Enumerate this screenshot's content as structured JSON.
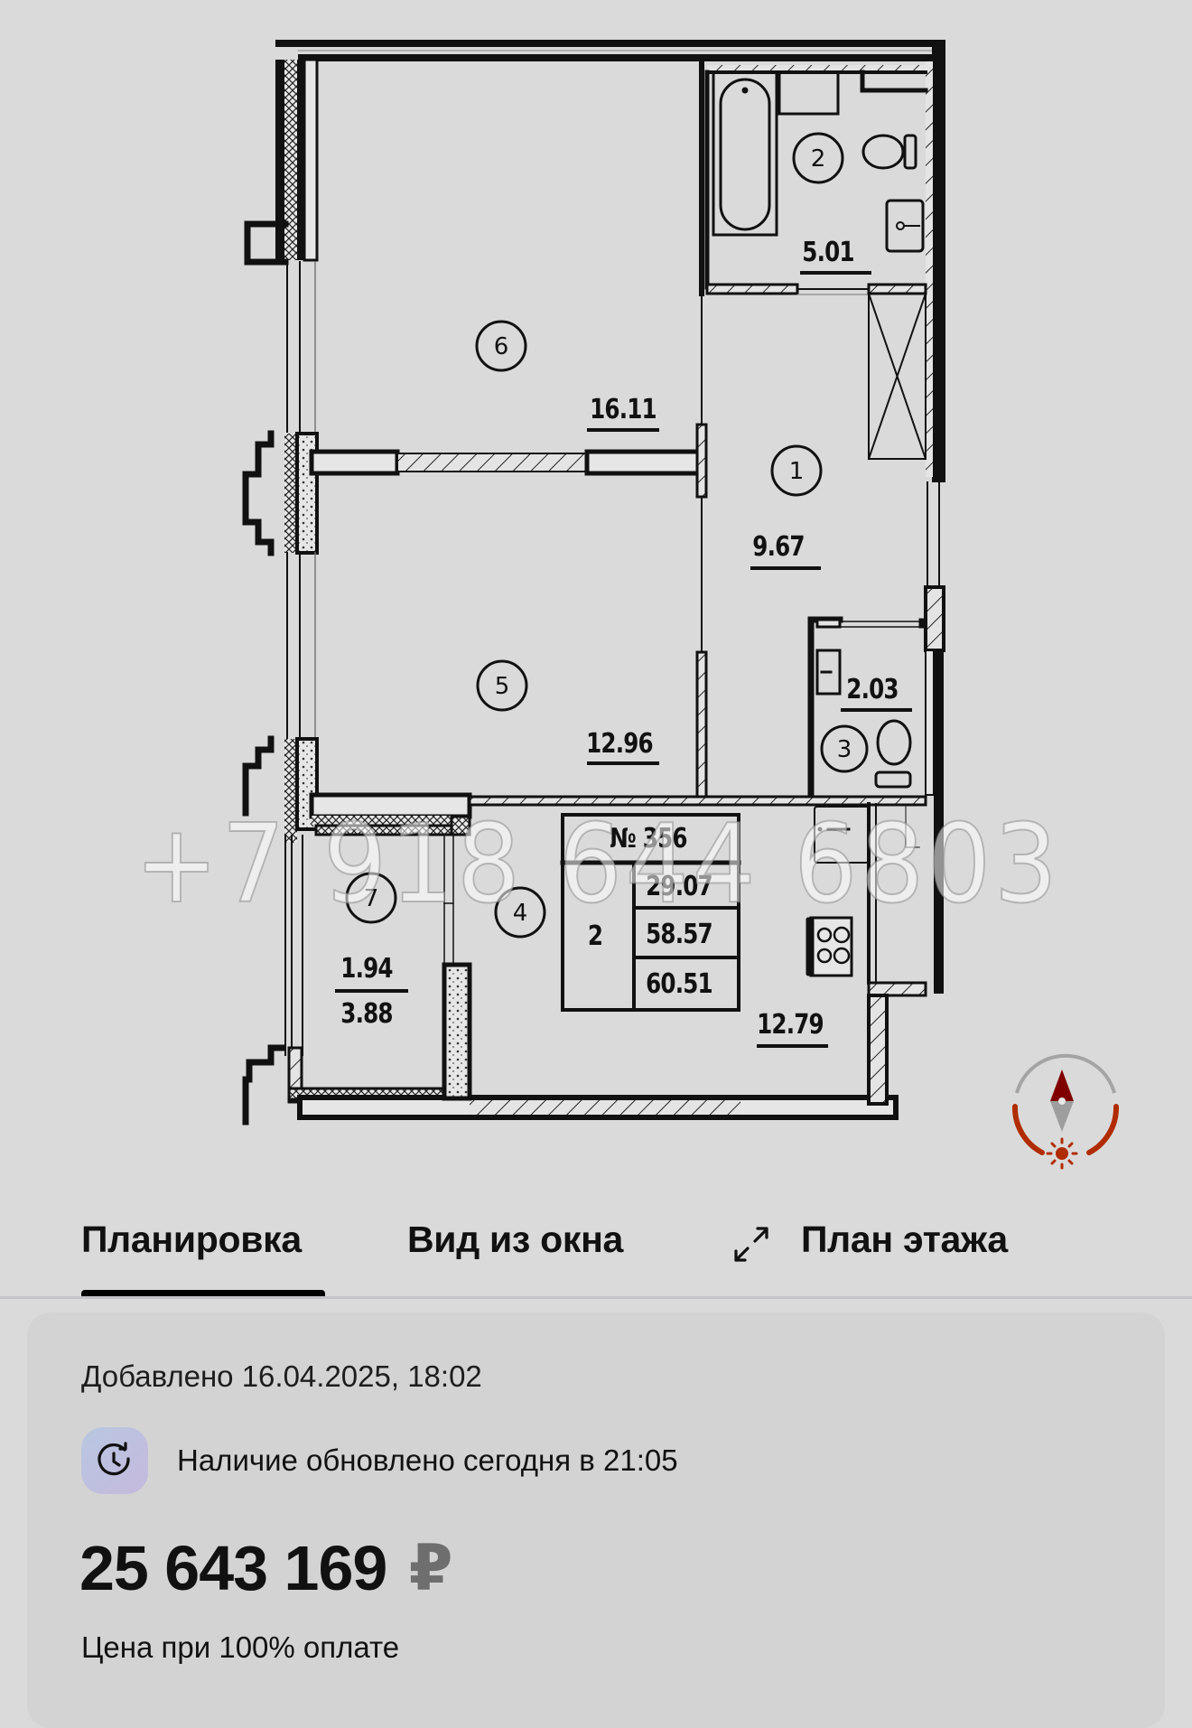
{
  "floor_plan": {
    "apartment_number": "№ 356",
    "rooms_count": "2",
    "area_living": "29.07",
    "area_total": "58.57",
    "area_total_with_balcony": "60.51",
    "rooms": [
      {
        "number": "1",
        "area": "9.67"
      },
      {
        "number": "2",
        "area": "5.01"
      },
      {
        "number": "3",
        "area": "2.03"
      },
      {
        "number": "4",
        "area": "12.79"
      },
      {
        "number": "5",
        "area": "12.96"
      },
      {
        "number": "6",
        "area": "16.11"
      },
      {
        "number": "7",
        "area": "1.94",
        "area_secondary": "3.88"
      }
    ],
    "watermark": "+7 918 644 6803",
    "compass": {
      "icon": "compass-icon",
      "sun_icon": "sun-icon",
      "accent_color": "#b32d00",
      "needle_color": "#8b0000"
    }
  },
  "tabs": {
    "items": [
      {
        "label": "Планировка",
        "active": true
      },
      {
        "label": "Вид из окна",
        "active": false
      },
      {
        "label": "План этажа",
        "active": false,
        "icon": "expand-arrows-icon"
      }
    ]
  },
  "info": {
    "added": "Добавлено 16.04.2025, 18:02",
    "availability": "Наличие обновлено сегодня в 21:05",
    "availability_icon": "clock-refresh-icon",
    "price": "25 643 169",
    "currency": "₽",
    "price_note": "Цена при 100% оплате"
  }
}
